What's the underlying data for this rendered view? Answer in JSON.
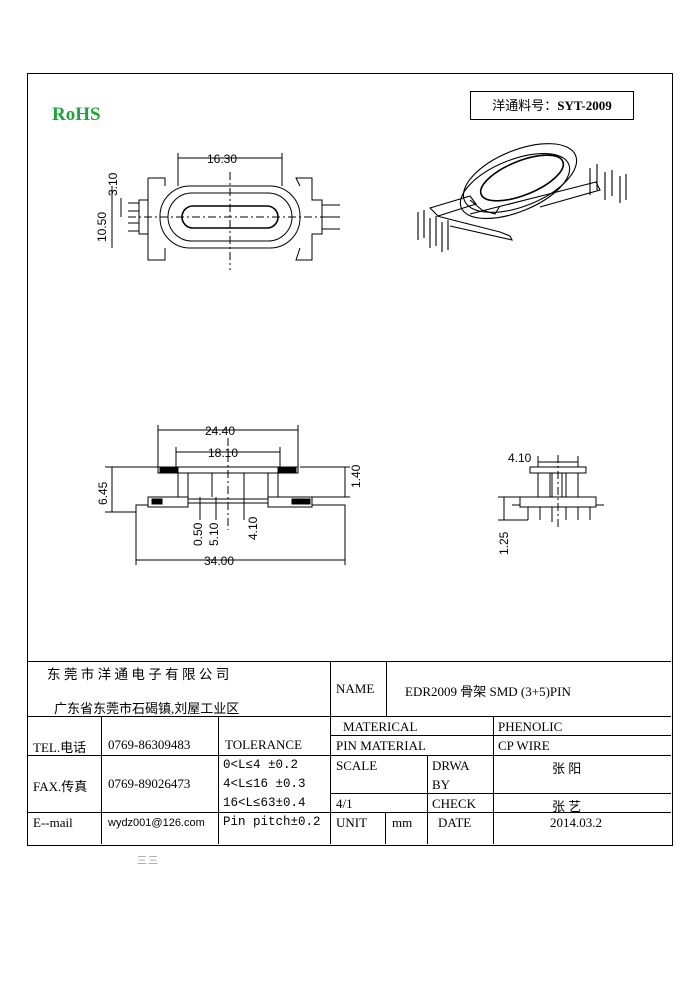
{
  "header": {
    "rohs": "RoHS",
    "part_label": "洋通料号：",
    "part_number": "SYT-2009"
  },
  "dimensions": {
    "top_width": "16.30",
    "top_3_10": "3.10",
    "top_10_50": "10.50",
    "side_24_40": "24.40",
    "side_18_10": "18.10",
    "side_6_45": "6.45",
    "side_1_40": "1.40",
    "side_0_50": "0.50",
    "side_5_10": "5.10",
    "side_4_10": "4.10",
    "side_34_00": "34.00",
    "end_4_10": "4.10",
    "end_1_25": "1.25"
  },
  "title_block": {
    "company": "东 莞 市 洋 通 电 子 有 限 公 司",
    "address": "广东省东莞市石碣镇,刘屋工业区",
    "name_label": "NAME",
    "name_value": "EDR2009 骨架 SMD (3+5)PIN",
    "tel_label": "TEL.电话",
    "tel_value": "0769-86309483",
    "tolerance_label": "TOLERANCE",
    "material_label": "MATERICAL",
    "material_value": "PHENOLIC",
    "pin_material_label": "PIN MATERIAL",
    "pin_material_value": "CP WIRE",
    "fax_label": "FAX.传真",
    "fax_value": "0769-89026473",
    "tol_1": "0<L≤4  ±0.2",
    "tol_2": "4<L≤16 ±0.3",
    "tol_3": "16<L≤63±0.4",
    "tol_4": "Pin pitch±0.2",
    "scale_label": "SCALE",
    "scale_value": "4/1",
    "drwa_label": "DRWA",
    "by_label": "BY",
    "drawn_by": "张 阳",
    "check_label": "CHECK",
    "checked_by": "张 艺",
    "email_label": "E--mail",
    "email_value": "wydz001@126.com",
    "unit_label": "UNIT",
    "unit_value": "mm",
    "date_label": "DATE",
    "date_value": "2014.03.2"
  },
  "footer_mark": "三三"
}
